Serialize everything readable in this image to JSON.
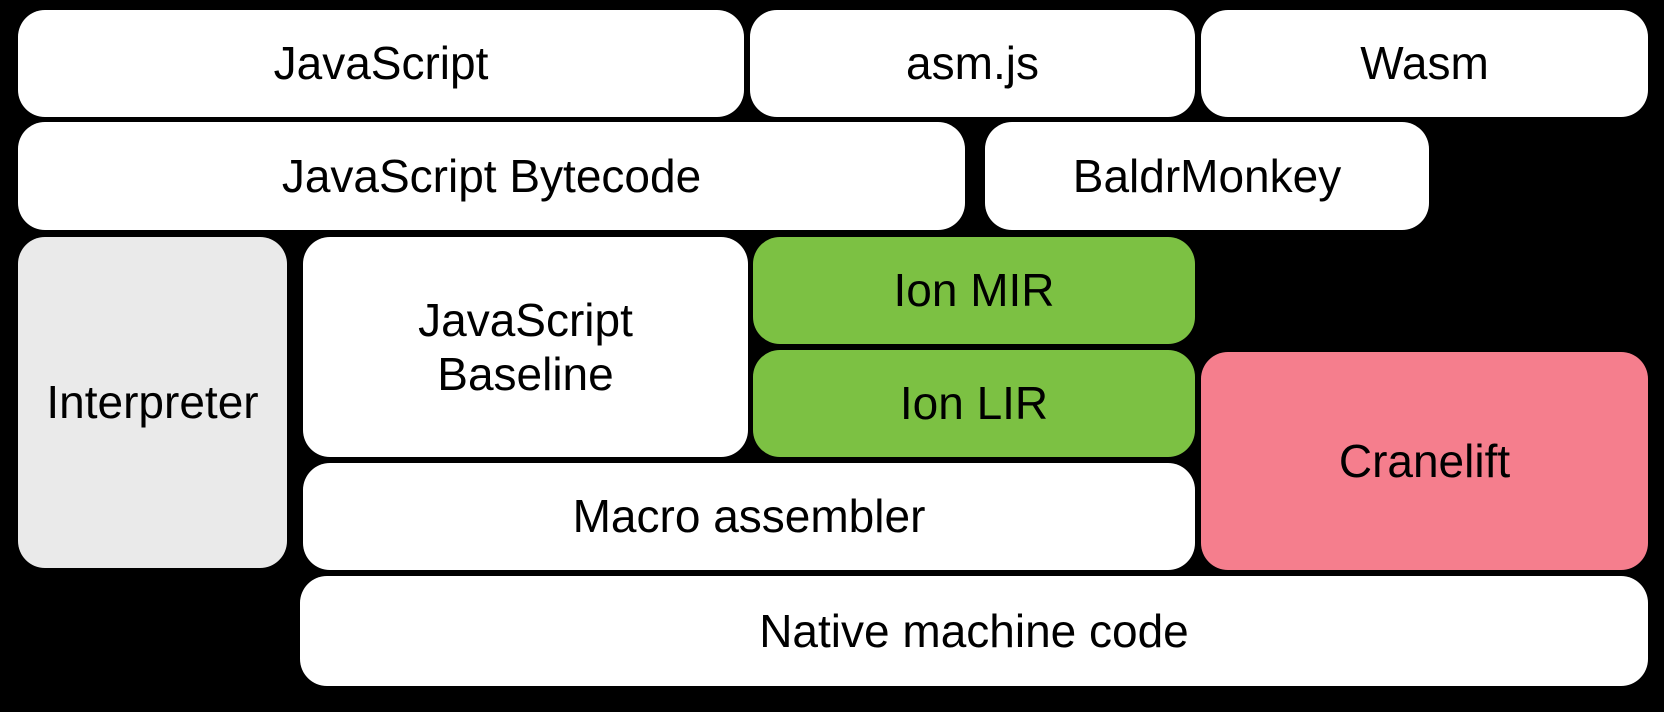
{
  "canvas": {
    "background": "#000000",
    "text_color": "#000000"
  },
  "palette": {
    "box_white": "#ffffff",
    "box_gray": "#eaeaea",
    "box_green": "#7cc143",
    "box_pink": "#f57e8d"
  },
  "nodes": {
    "javascript": {
      "label": "JavaScript",
      "fill": "#ffffff"
    },
    "asmjs": {
      "label": "asm.js",
      "fill": "#ffffff"
    },
    "wasm": {
      "label": "Wasm",
      "fill": "#ffffff"
    },
    "bytecode": {
      "label": "JavaScript Bytecode",
      "fill": "#ffffff"
    },
    "baldrmonkey": {
      "label": "BaldrMonkey",
      "fill": "#ffffff"
    },
    "interpreter": {
      "label": "Interpreter",
      "fill": "#eaeaea"
    },
    "baseline": {
      "label": "JavaScript\nBaseline",
      "fill": "#ffffff"
    },
    "ion_mir": {
      "label": "Ion MIR",
      "fill": "#7cc143"
    },
    "ion_lir": {
      "label": "Ion LIR",
      "fill": "#7cc143"
    },
    "cranelift": {
      "label": "Cranelift",
      "fill": "#f57e8d"
    },
    "macro_assembler": {
      "label": "Macro assembler",
      "fill": "#ffffff"
    },
    "native_code": {
      "label": "Native machine code",
      "fill": "#ffffff"
    }
  }
}
